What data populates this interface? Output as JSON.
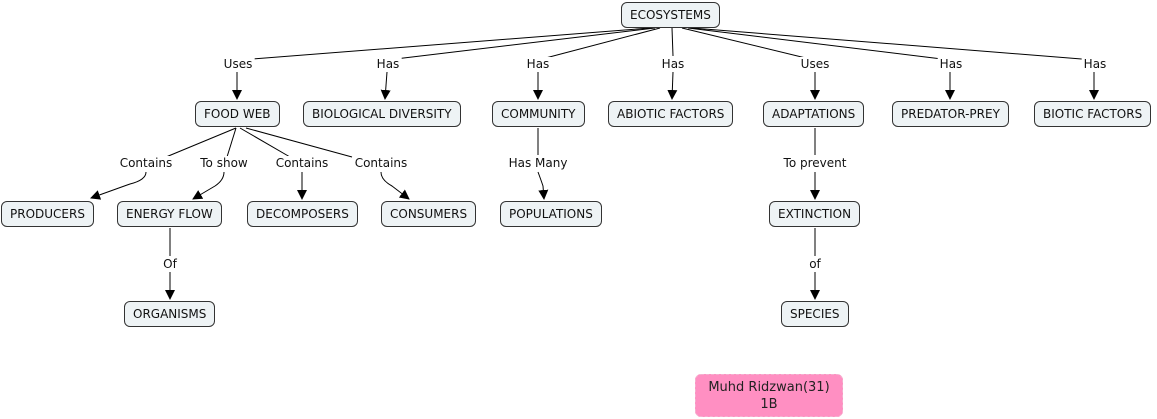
{
  "nodes": {
    "ecosystems": "ECOSYSTEMS",
    "food_web": "FOOD WEB",
    "biological_diversity": "BIOLOGICAL DIVERSITY",
    "community": "COMMUNITY",
    "abiotic_factors": "ABIOTIC FACTORS",
    "adaptations": "ADAPTATIONS",
    "predator_prey": "PREDATOR-PREY",
    "biotic_factors": "BIOTIC FACTORS",
    "producers": "PRODUCERS",
    "energy_flow": "ENERGY FLOW",
    "decomposers": "DECOMPOSERS",
    "consumers": "CONSUMERS",
    "populations": "POPULATIONS",
    "extinction": "EXTINCTION",
    "organisms": "ORGANISMS",
    "species": "SPECIES"
  },
  "links": {
    "eco_foodweb": "Uses",
    "eco_biodiv": "Has",
    "eco_community": "Has",
    "eco_abiotic": "Has",
    "eco_adapt": "Uses",
    "eco_predator": "Has",
    "eco_biotic": "Has",
    "fw_producers": "Contains",
    "fw_energy": "To show",
    "fw_decomposers": "Contains",
    "fw_consumers": "Contains",
    "comm_pop": "Has Many",
    "adapt_ext": "To prevent",
    "energy_org": "Of",
    "ext_species": "of"
  },
  "author": {
    "line1": "Muhd Ridzwan(31)",
    "line2": "1B"
  }
}
